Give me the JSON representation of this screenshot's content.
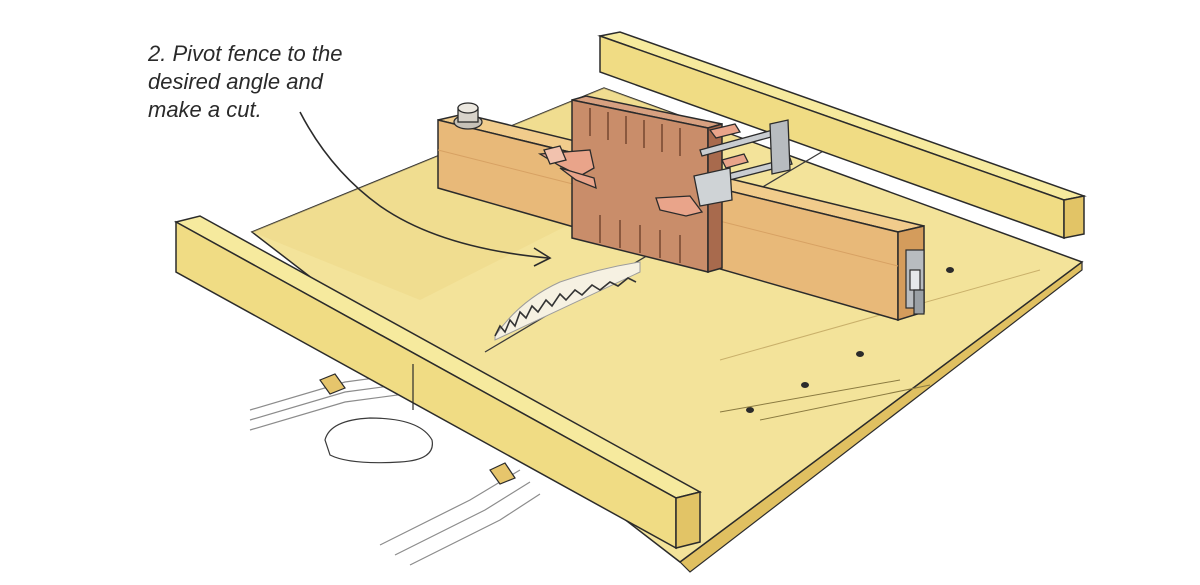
{
  "annotation": {
    "lines": [
      "2. Pivot fence to the",
      "desired angle and",
      "make a cut."
    ]
  },
  "colors": {
    "wood_light": "#f3e39a",
    "wood_mid": "#ecd57e",
    "wood_edge": "#e0c061",
    "fence": "#e8b979",
    "fence_dark": "#d49c5c",
    "workpiece": "#c98d6a",
    "workpiece_dark": "#a86a4d",
    "clamp_pad": "#e9a48a",
    "metal": "#b8bcc0",
    "outline": "#2b2b2b"
  },
  "icons": [
    "saw-blade-icon",
    "clamp-icon",
    "arrow-icon"
  ]
}
